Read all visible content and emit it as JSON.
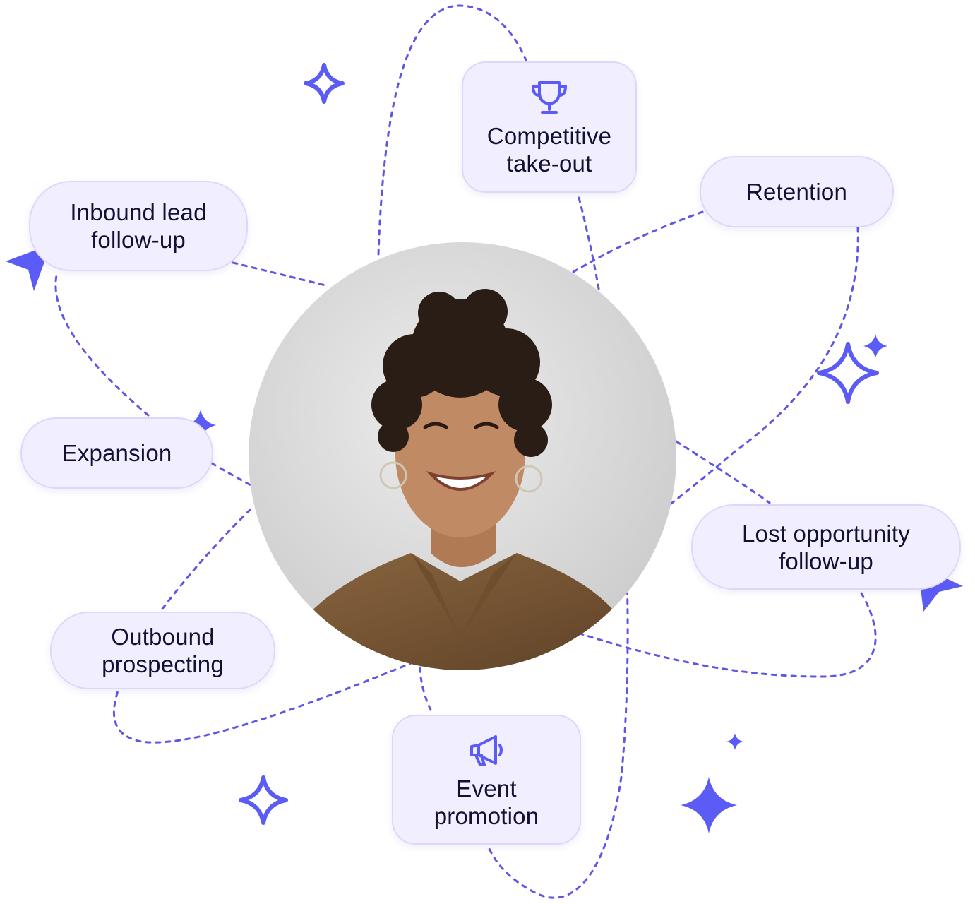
{
  "colors": {
    "accent": "#5b5bf6",
    "orbit": "#5f56e6",
    "pill_background": "#f1efff",
    "pill_border": "#dcd8fb",
    "text": "#121033"
  },
  "center": {
    "photo": "smiling-woman-portrait"
  },
  "labels": {
    "competitive": {
      "line1": "Competitive",
      "line2": "take-out",
      "icon": "trophy-icon"
    },
    "retention": {
      "line1": "Retention"
    },
    "inbound": {
      "line1": "Inbound lead",
      "line2": "follow-up"
    },
    "expansion": {
      "line1": "Expansion"
    },
    "lost": {
      "line1": "Lost opportunity",
      "line2": "follow-up"
    },
    "outbound": {
      "line1": "Outbound",
      "line2": "prospecting"
    },
    "event": {
      "line1": "Event",
      "line2": "promotion",
      "icon": "megaphone-icon"
    }
  },
  "decorations": [
    "sparkle-icon",
    "cursor-arrow-icon"
  ]
}
